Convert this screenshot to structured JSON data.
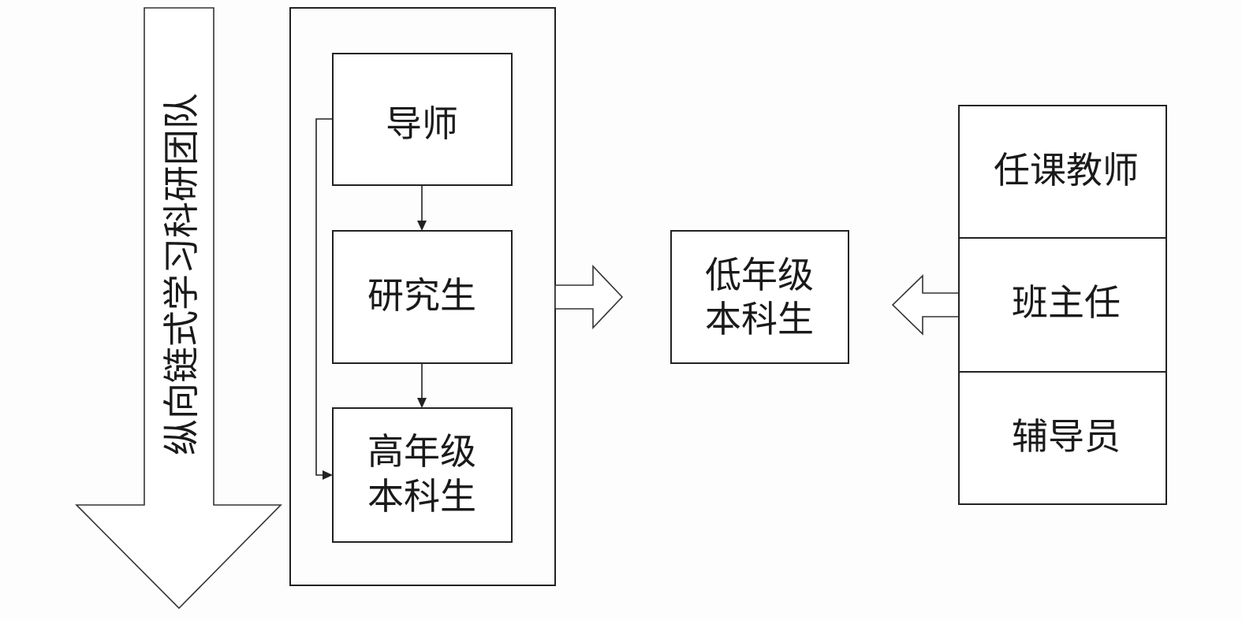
{
  "vertical_arrow": {
    "label": "纵向链式学习科研团队"
  },
  "team_chain": {
    "mentor": "导师",
    "graduate": "研究生",
    "senior_line1": "高年级",
    "senior_line2": "本科生"
  },
  "target": {
    "line1": "低年级",
    "line2": "本科生"
  },
  "support_staff": {
    "course_teacher": "任课教师",
    "class_advisor": "班主任",
    "counselor": "辅导员"
  },
  "colors": {
    "stroke": "#222222",
    "text": "#1a1a1a",
    "background": "#fdfdfd"
  }
}
